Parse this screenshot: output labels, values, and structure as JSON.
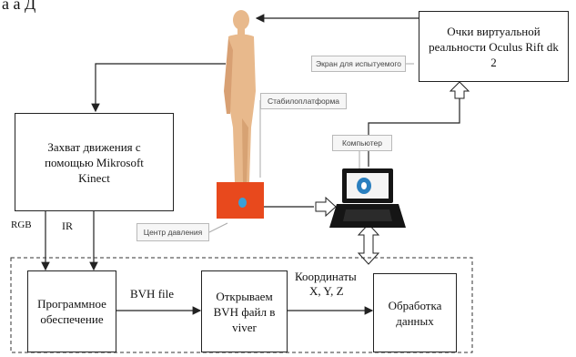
{
  "header_fragment": "а а Д      ",
  "boxes": {
    "motion_capture": "Захват движения с помощью Mikrosoft Kinect",
    "vr_glasses": "Очки виртуальной реальности Oculus Rift dk 2",
    "software": "Программное обеспечение",
    "open_bvh": "Открываем BVH файл в viver",
    "processing": "Обработка данных"
  },
  "callouts": {
    "screen": "Экран для испытуемого",
    "stabiloplatform": "Стабилоплатформа",
    "computer": "Компьютер",
    "pressure_center": "Центр давления"
  },
  "labels": {
    "rgb": "RGB",
    "ir": "IR",
    "bvh_file": "BVH file",
    "coordinates_line1": "Координаты",
    "coordinates_line2": "X, Y, Z"
  },
  "colors": {
    "body": "#e8b98c",
    "body_shadow": "#c98f5f",
    "platform": "#e8491d",
    "pressure_point": "#3aa0d8",
    "laptop": "#151515",
    "screen_eye": "#2a7fbf"
  }
}
